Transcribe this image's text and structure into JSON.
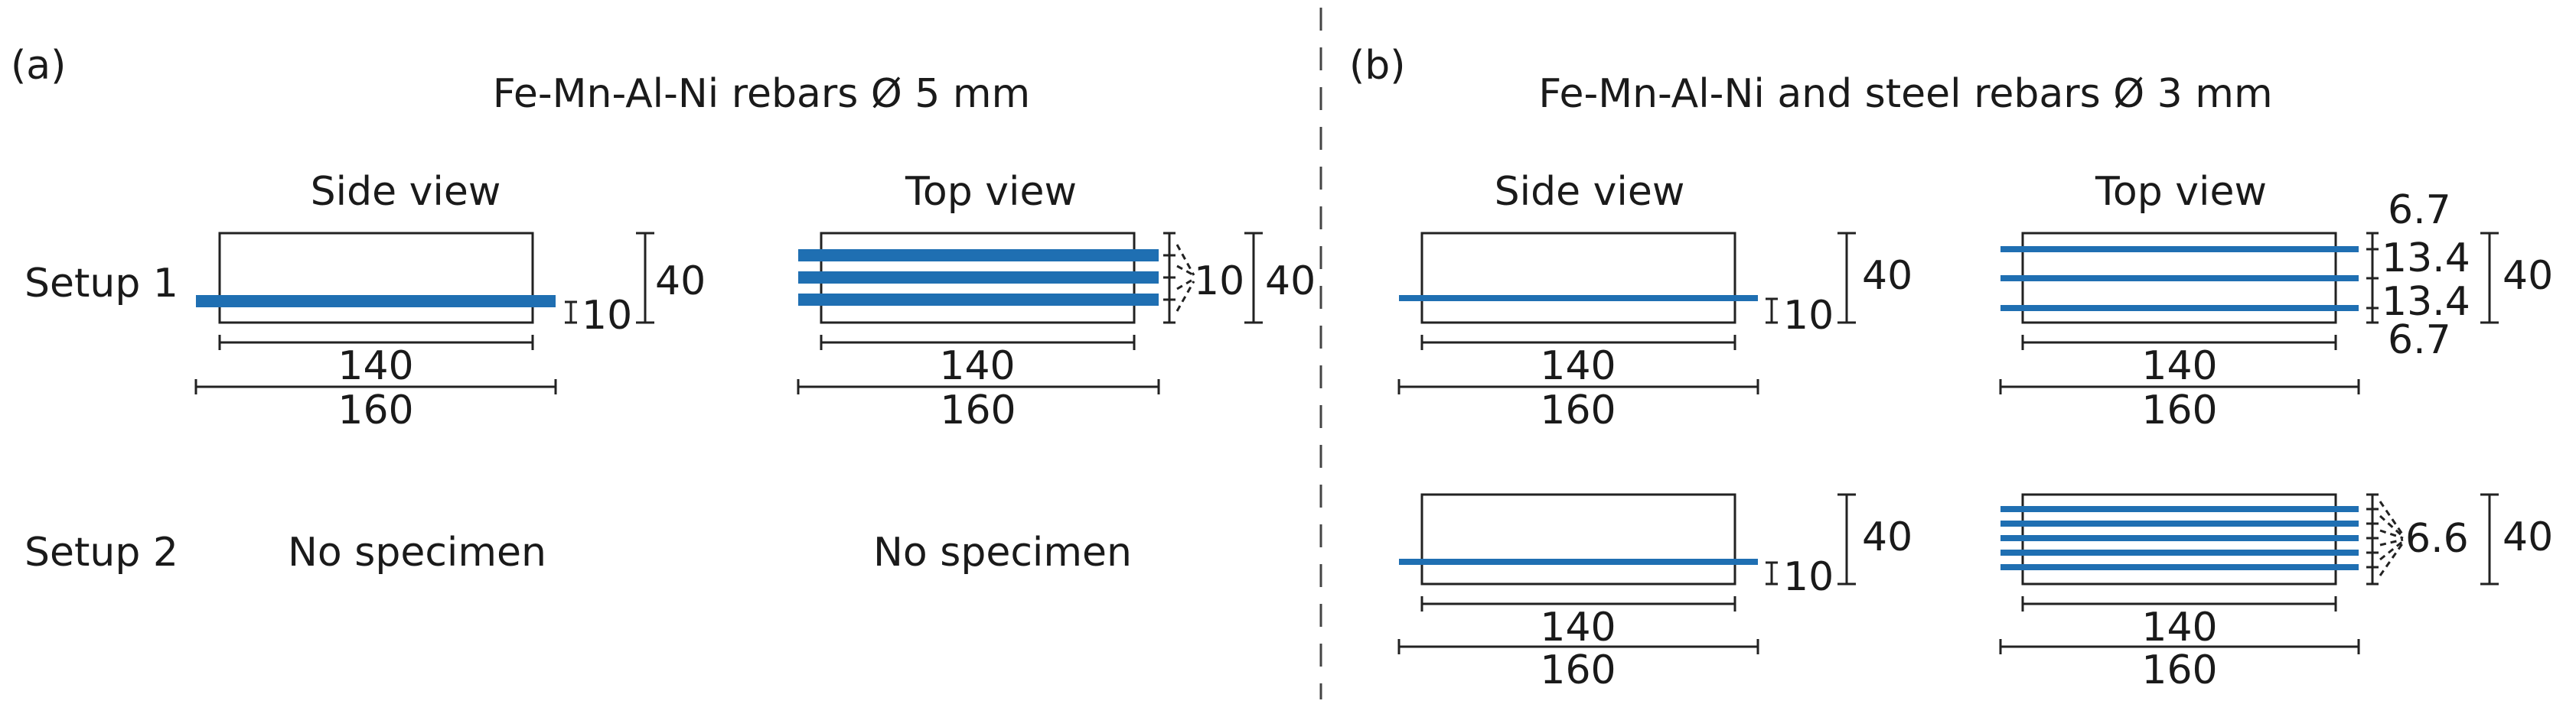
{
  "colors": {
    "rebar": "#1f6fb2",
    "line": "#222222"
  },
  "panel_a": {
    "tag": "(a)",
    "title": "Fe-Mn-Al-Ni rebars Ø 5 mm",
    "side_view": "Side view",
    "top_view": "Top view",
    "setup1": "Setup 1",
    "setup2": "Setup 2",
    "no_specimen_side": "No specimen",
    "no_specimen_top": "No specimen",
    "dims": {
      "inner": "140",
      "outer": "160",
      "height": "40",
      "cover": "10",
      "spacing": "10"
    }
  },
  "panel_b": {
    "tag": "(b)",
    "title": "Fe-Mn-Al-Ni and steel rebars Ø 3 mm",
    "side_view": "Side view",
    "top_view": "Top view",
    "setup1": {
      "inner": "140",
      "outer": "160",
      "height": "40",
      "cover": "10",
      "top_inner": "140",
      "top_outer": "160",
      "top_height": "40",
      "edge_top": "6.7",
      "space_1": "13.4",
      "space_2": "13.4",
      "edge_bottom": "6.7"
    },
    "setup2": {
      "inner": "140",
      "outer": "160",
      "height": "40",
      "cover": "10",
      "top_inner": "140",
      "top_outer": "160",
      "top_height": "40",
      "spacing": "6.6"
    }
  }
}
